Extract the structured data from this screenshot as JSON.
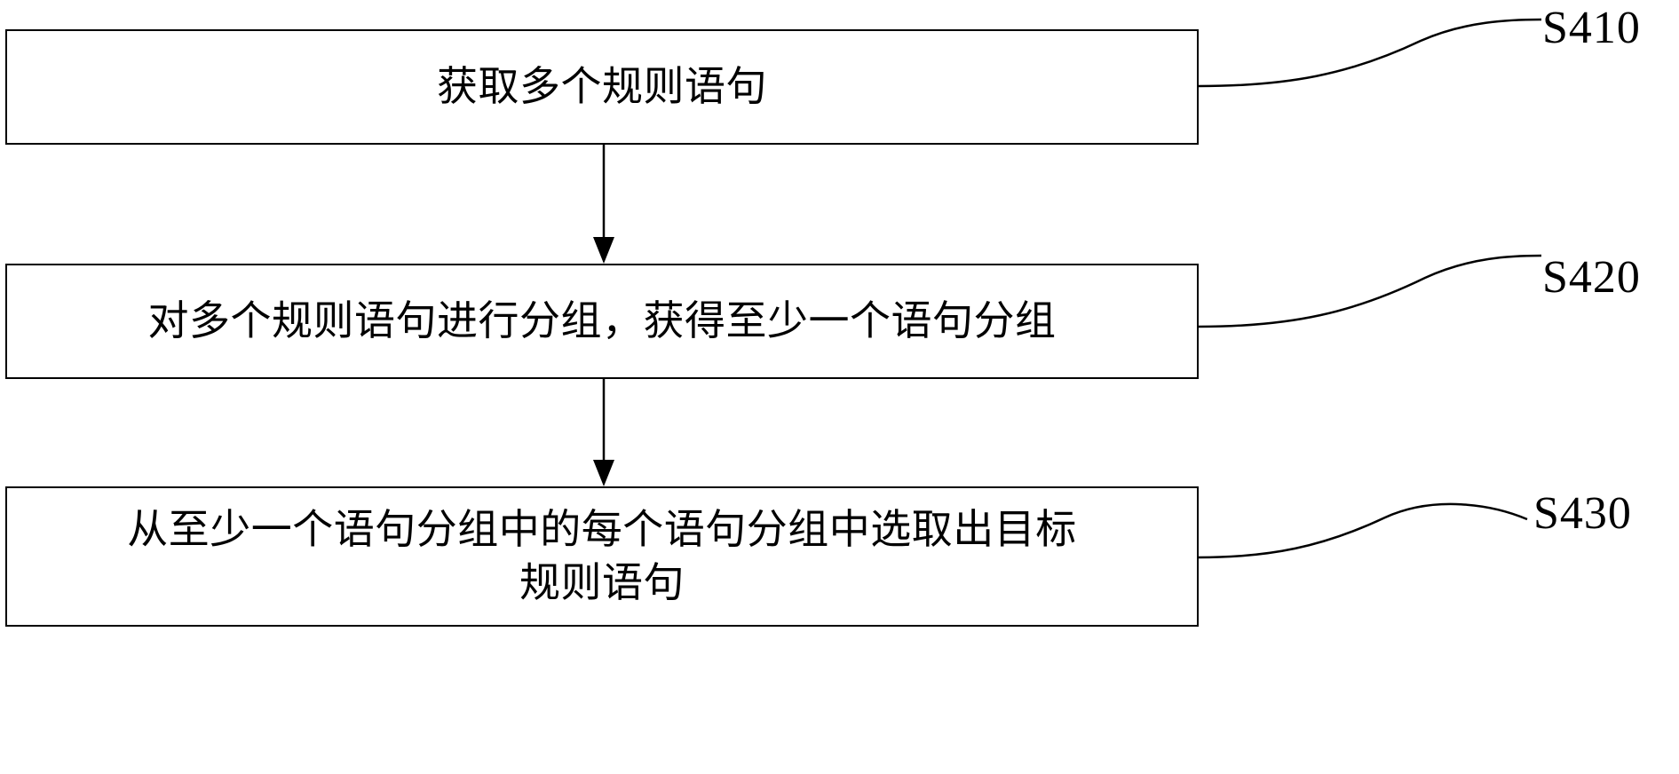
{
  "diagram": {
    "type": "flowchart",
    "orientation": "vertical",
    "background_color": "#ffffff",
    "line_color": "#000000",
    "text_color": "#000000",
    "steps": [
      {
        "id": "S410",
        "label": "S410",
        "text": "获取多个规则语句"
      },
      {
        "id": "S420",
        "label": "S420",
        "text": "对多个规则语句进行分组，获得至少一个语句分组"
      },
      {
        "id": "S430",
        "label": "S430",
        "text": "从至少一个语句分组中的每个语句分组中选取出目标\n规则语句"
      }
    ],
    "connectors": [
      {
        "from": "S410",
        "to": "S420",
        "style": "arrow-down"
      },
      {
        "from": "S420",
        "to": "S430",
        "style": "arrow-down"
      }
    ],
    "leader_lines": [
      {
        "target": "S410",
        "style": "curved"
      },
      {
        "target": "S420",
        "style": "curved"
      },
      {
        "target": "S430",
        "style": "curved"
      }
    ]
  }
}
